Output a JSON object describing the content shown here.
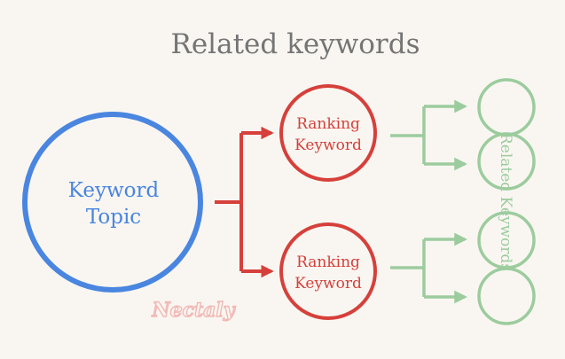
{
  "title": "Related keywords",
  "topic": {
    "line1": "Keyword",
    "line2": "Topic"
  },
  "ranking_keywords": [
    {
      "line1": "Ranking",
      "line2": "Keyword"
    },
    {
      "line1": "Ranking",
      "line2": "Keyword"
    }
  ],
  "related_label": "Related Keywords",
  "watermark": "Nectaly",
  "colors": {
    "background": "#f9f6f1",
    "title": "#757575",
    "topic": "#4a86e0",
    "ranking": "#d6403b",
    "related": "#9ccc9e",
    "watermark": "#f1b9b6"
  }
}
